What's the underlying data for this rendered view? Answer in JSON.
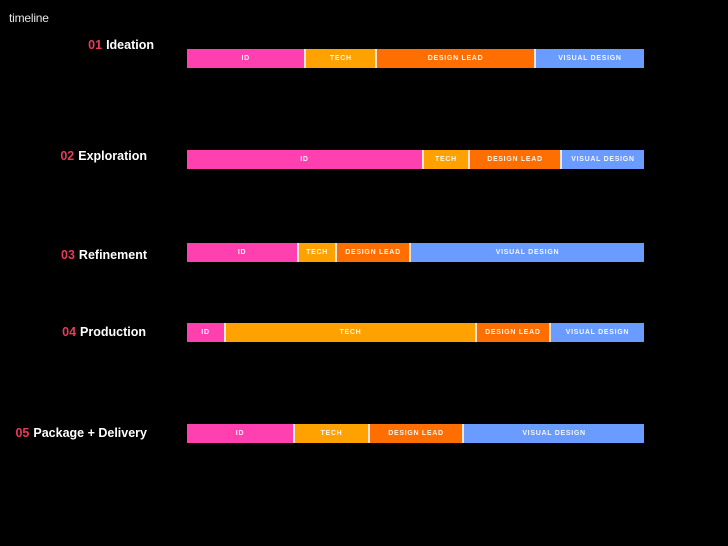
{
  "title": "timeline",
  "colors": {
    "id": "#ff40ae",
    "tech": "#ffa200",
    "design_lead": "#ff6e00",
    "visual_design": "#6a9bff",
    "phase_number": "#e63c5a",
    "background": "#000000"
  },
  "phases": [
    {
      "number": "01",
      "name": "Ideation",
      "segments": [
        {
          "label": "ID",
          "key": "id",
          "share": 0.257
        },
        {
          "label": "TECH",
          "key": "tech",
          "share": 0.155
        },
        {
          "label": "DESIGN LEAD",
          "key": "design_lead",
          "share": 0.347
        },
        {
          "label": "VISUAL DESIGN",
          "key": "visual_design",
          "share": 0.241
        }
      ]
    },
    {
      "number": "02",
      "name": "Exploration",
      "segments": [
        {
          "label": "ID",
          "key": "id",
          "share": 0.514
        },
        {
          "label": "TECH",
          "key": "tech",
          "share": 0.101
        },
        {
          "label": "DESIGN LEAD",
          "key": "design_lead",
          "share": 0.201
        },
        {
          "label": "VISUAL DESIGN",
          "key": "visual_design",
          "share": 0.184
        }
      ]
    },
    {
      "number": "03",
      "name": "Refinement",
      "segments": [
        {
          "label": "ID",
          "key": "id",
          "share": 0.241
        },
        {
          "label": "TECH",
          "key": "tech",
          "share": 0.083
        },
        {
          "label": "DESIGN LEAD",
          "key": "design_lead",
          "share": 0.162
        },
        {
          "label": "VISUAL DESIGN",
          "key": "visual_design",
          "share": 0.514
        }
      ]
    },
    {
      "number": "04",
      "name": "Production",
      "segments": [
        {
          "label": "ID",
          "key": "id",
          "share": 0.081
        },
        {
          "label": "TECH",
          "key": "tech",
          "share": 0.549
        },
        {
          "label": "DESIGN LEAD",
          "key": "design_lead",
          "share": 0.162
        },
        {
          "label": "VISUAL DESIGN",
          "key": "visual_design",
          "share": 0.208
        }
      ]
    },
    {
      "number": "05",
      "name": "Package + Delivery",
      "segments": [
        {
          "label": "ID",
          "key": "id",
          "share": 0.232
        },
        {
          "label": "TECH",
          "key": "tech",
          "share": 0.164
        },
        {
          "label": "DESIGN LEAD",
          "key": "design_lead",
          "share": 0.206
        },
        {
          "label": "VISUAL DESIGN",
          "key": "visual_design",
          "share": 0.398
        }
      ]
    }
  ]
}
